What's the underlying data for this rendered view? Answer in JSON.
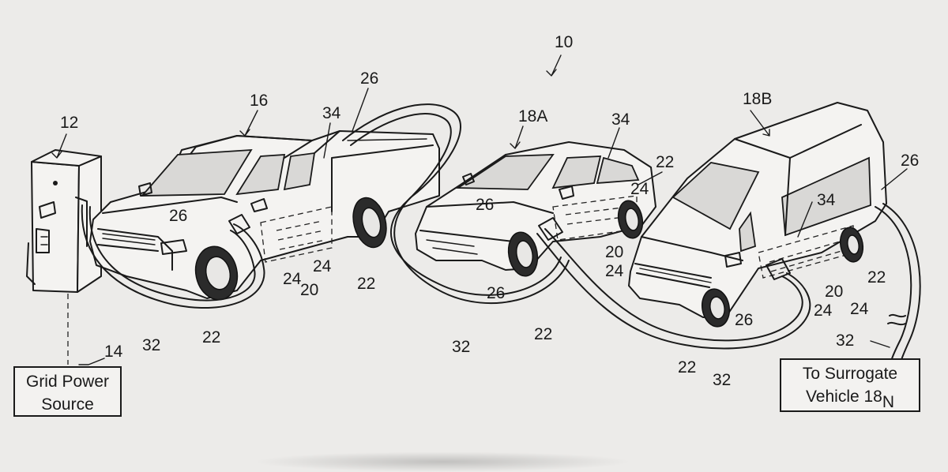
{
  "labels": {
    "system": "10",
    "charger": "12",
    "grid_ref": "14",
    "primary_vehicle": "16",
    "surrogate_a": "18A",
    "surrogate_b": "18B",
    "battery": "20",
    "wheel": "22",
    "cell": "24",
    "cable": "26",
    "cord": "32",
    "controller": "34"
  },
  "boxes": {
    "grid_line1": "Grid Power",
    "grid_line2": "Source",
    "surrogate_line1": "To Surrogate",
    "surrogate_line2": "Vehicle 18",
    "surrogate_subscript": "N"
  }
}
